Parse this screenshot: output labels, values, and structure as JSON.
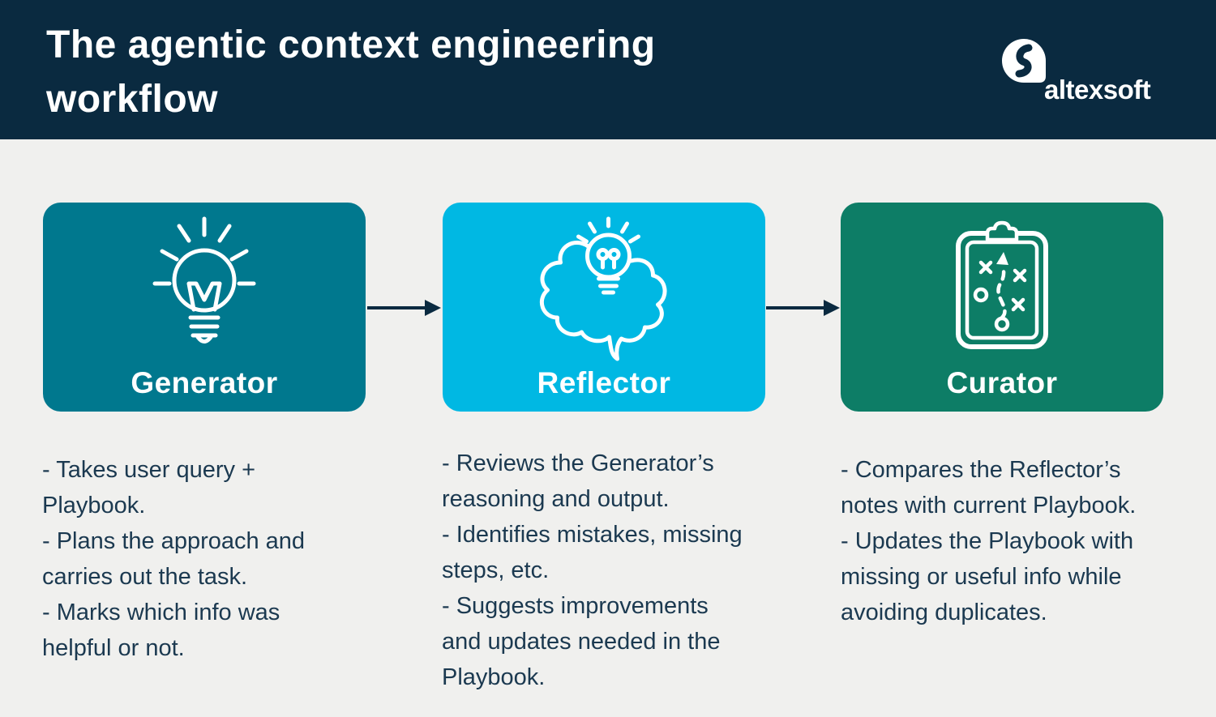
{
  "colors": {
    "header_bg": "#0a2a40",
    "page_bg": "#f0f0ee",
    "text": "#1b3950",
    "arrow": "#0a2a40",
    "generator": "#00788e",
    "reflector": "#00b8e3",
    "curator": "#0d7d66",
    "white": "#ffffff"
  },
  "header": {
    "title": "The agentic context engineering\nworkflow",
    "logo": {
      "brand": "altexsoft",
      "icon": "altexsoft-a-icon"
    }
  },
  "workflow": {
    "steps": [
      {
        "id": "generator",
        "label": "Generator",
        "icon": "lightbulb-icon",
        "description": "- Takes user query +\nPlaybook.\n- Plans the approach and\ncarries out the task.\n- Marks which info was\nhelpful or not."
      },
      {
        "id": "reflector",
        "label": "Reflector",
        "icon": "brain-idea-icon",
        "description": "- Reviews the Generator’s\nreasoning and output.\n- Identifies mistakes, missing\nsteps, etc.\n- Suggests improvements\nand updates needed in the\nPlaybook."
      },
      {
        "id": "curator",
        "label": "Curator",
        "icon": "strategy-clipboard-icon",
        "description": "- Compares the Reflector’s\nnotes with current Playbook.\n- Updates the Playbook with\nmissing or useful info while\navoiding duplicates."
      }
    ]
  }
}
